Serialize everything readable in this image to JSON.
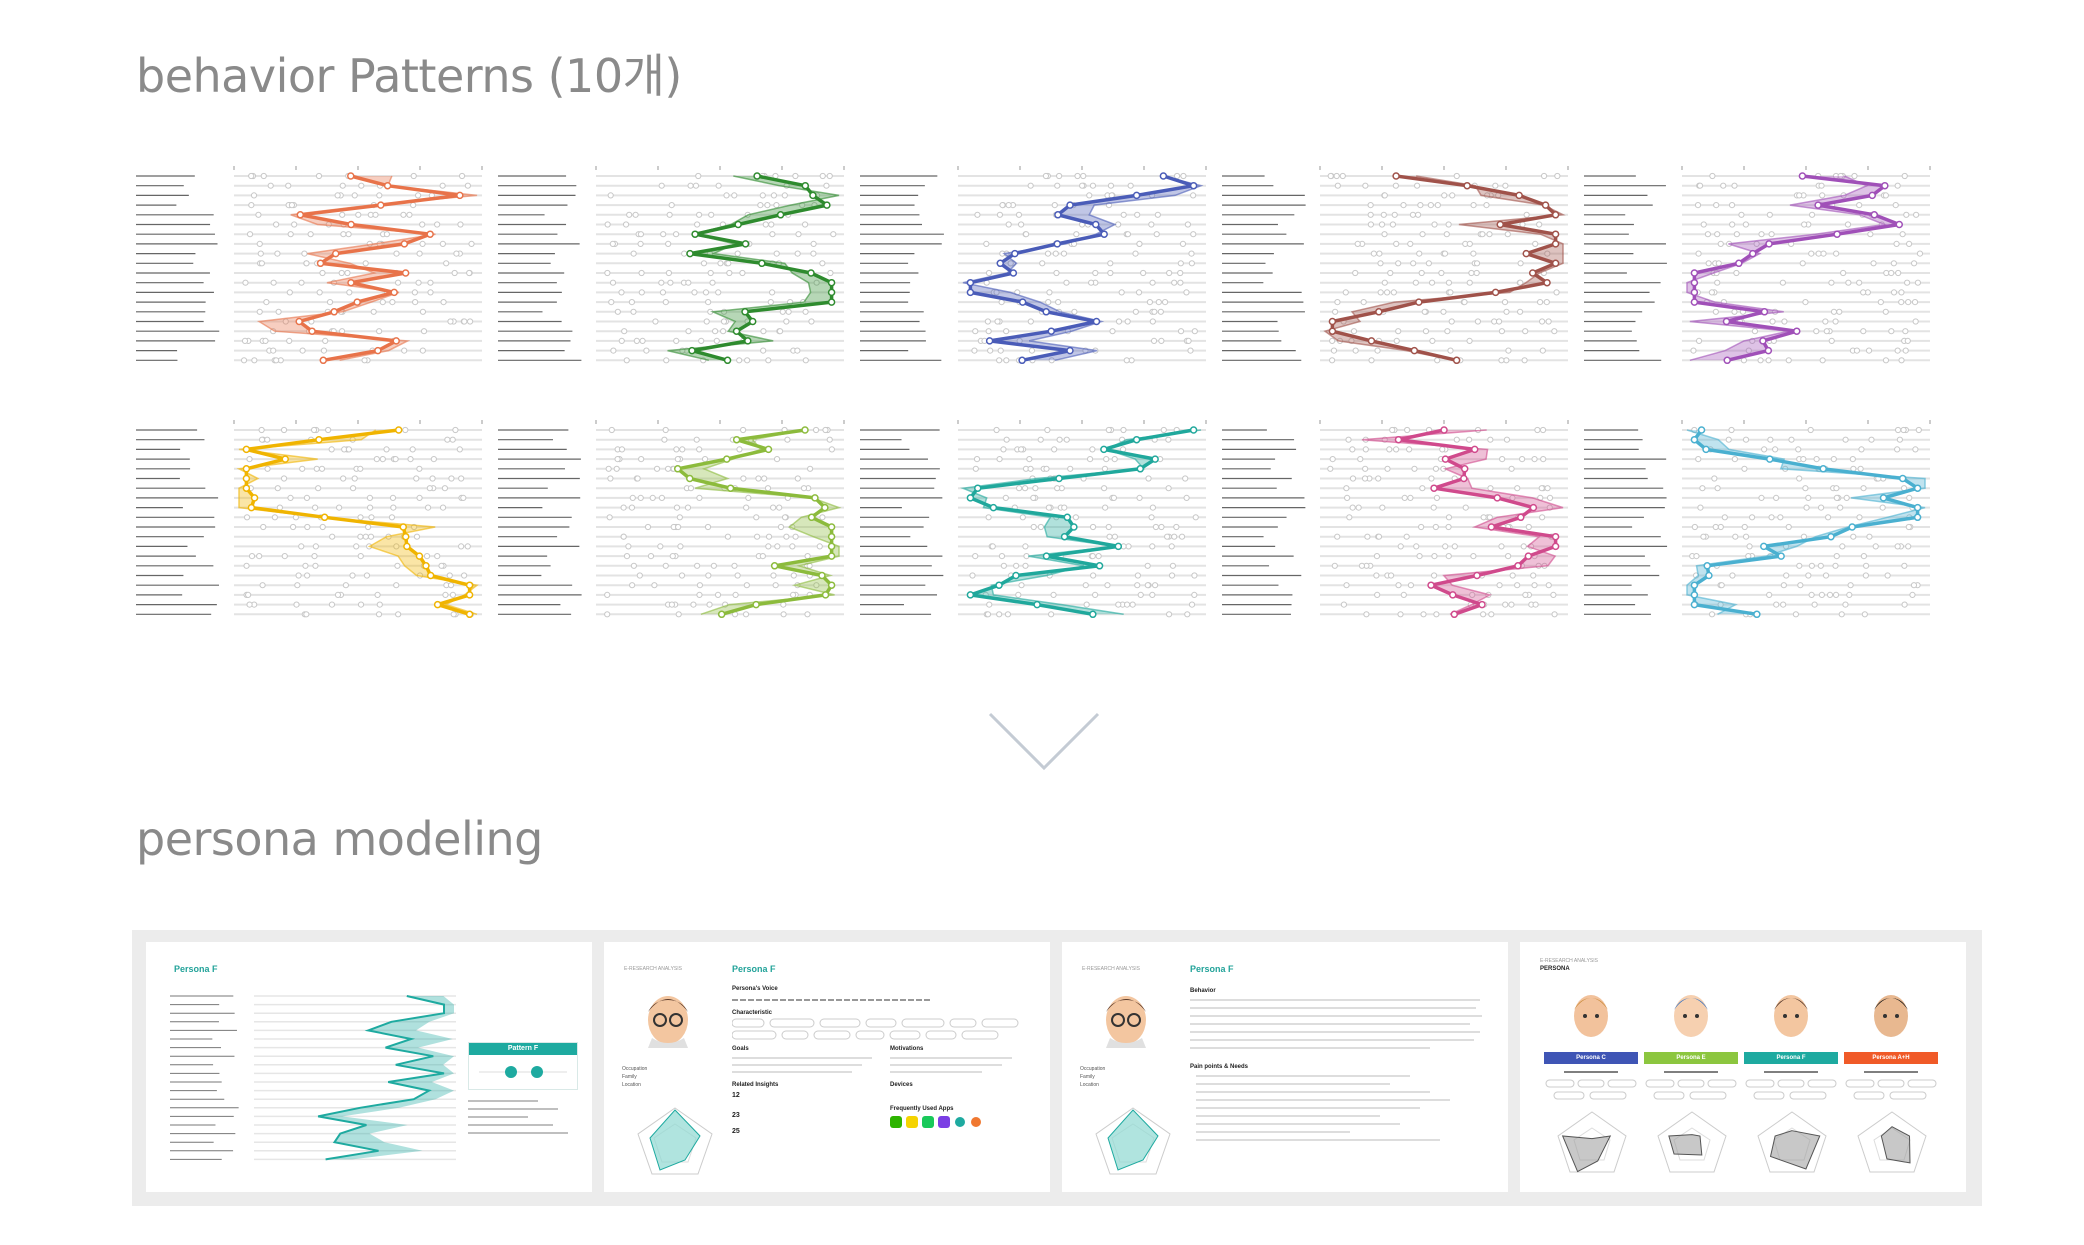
{
  "headings": {
    "behavior": "behavior Patterns (10개)",
    "persona": "persona modeling"
  },
  "patterns": [
    {
      "id": 1,
      "color": "#e8734a"
    },
    {
      "id": 2,
      "color": "#2e8b2e"
    },
    {
      "id": 3,
      "color": "#4a5cb8"
    },
    {
      "id": 4,
      "color": "#a0524a"
    },
    {
      "id": 5,
      "color": "#a050b8"
    },
    {
      "id": 6,
      "color": "#f0b400"
    },
    {
      "id": 7,
      "color": "#8cbb3c"
    },
    {
      "id": 8,
      "color": "#20a89c"
    },
    {
      "id": 9,
      "color": "#d04a8c"
    },
    {
      "id": 10,
      "color": "#4ab0d0"
    }
  ],
  "arrow_icon": "chevron-down-icon",
  "slides": {
    "pattern": {
      "title": "Persona F",
      "box_label": "Pattern F",
      "color": "#1eaaa0"
    },
    "persona_f_1": {
      "section": "E-RESEARCH ANALYSIS",
      "title": "Persona F",
      "voice_heading": "Persona's Voice",
      "characteristic_heading": "Characteristic",
      "goals_heading": "Goals",
      "motivations_heading": "Motivations",
      "insights_heading": "Related Insights",
      "devices_heading": "Devices",
      "apps_heading": "Frequently Used Apps",
      "occupation_label": "Occupation",
      "family_label": "Family",
      "location_label": "Location",
      "insight_numbers": [
        "12",
        "23",
        "25"
      ]
    },
    "persona_f_2": {
      "section": "E-RESEARCH ANALYSIS",
      "title": "Persona F",
      "behavior_heading": "Behavior",
      "pain_heading": "Pain points & Needs",
      "occupation_label": "Occupation",
      "family_label": "Family",
      "location_label": "Location"
    },
    "persona_overview": {
      "section": "E-RESEARCH ANALYSIS",
      "title": "PERSONA",
      "columns": [
        {
          "label": "Persona C",
          "color": "#3f55b5"
        },
        {
          "label": "Persona E",
          "color": "#8cc63f"
        },
        {
          "label": "Persona F",
          "color": "#1eaaa0"
        },
        {
          "label": "Persona A+H",
          "color": "#f05a28"
        }
      ]
    }
  }
}
